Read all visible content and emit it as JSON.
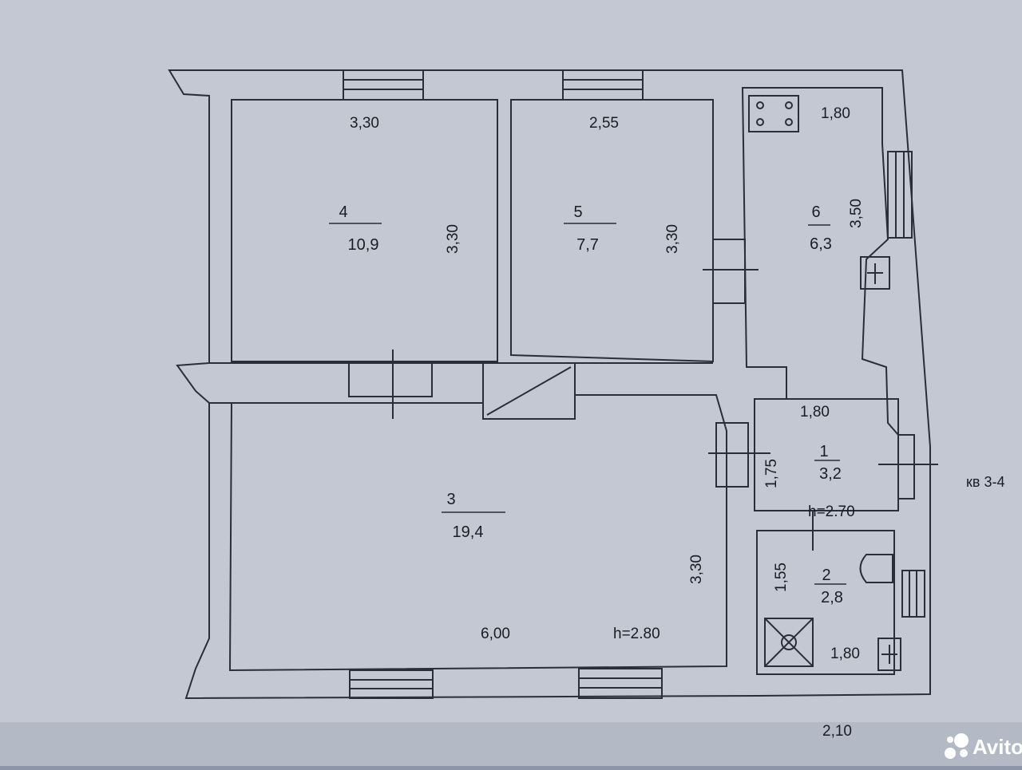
{
  "plan": {
    "colors": {
      "paper": "#c3c8d3",
      "wall_line": "#2b2e38",
      "paper_shadow": "#8d96a8"
    },
    "rooms": [
      {
        "id": "room-4",
        "number": "4",
        "area": "10,9"
      },
      {
        "id": "room-5",
        "number": "5",
        "area": "7,7"
      },
      {
        "id": "room-6",
        "number": "6",
        "area": "6,3"
      },
      {
        "id": "room-3",
        "number": "3",
        "area": "19,4"
      },
      {
        "id": "room-1",
        "number": "1",
        "area": "3,2"
      },
      {
        "id": "room-2",
        "number": "2",
        "area": "2,8"
      }
    ],
    "dimensions": {
      "room4_width": "3,30",
      "room4_depth": "3,30",
      "room5_width": "2,55",
      "room5_depth": "3,30",
      "room6_width": "1,80",
      "room6_depth": "3,50",
      "room3_depth": "3,30",
      "room3_width": "6,00",
      "room3_height": "h=2.80",
      "hall_width": "1,80",
      "hall_depth": "1,75",
      "hall_height": "h=2.70",
      "bath_depth": "1,55",
      "bath_width": "1,80",
      "outer_width": "2,10"
    },
    "neighbor_label": "кв 3-4"
  },
  "watermark": {
    "brand": "Avito",
    "icon": "avito-logo-icon"
  }
}
